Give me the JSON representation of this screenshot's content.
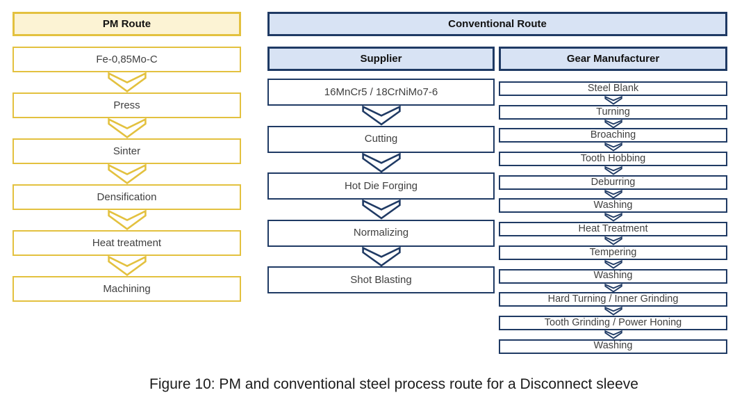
{
  "colors": {
    "pm_border": "#E3C13F",
    "pm_header_fill": "#FCF3D4",
    "conv_border": "#1F3A64",
    "conv_header_fill": "#D8E3F4",
    "box_fill": "#FFFFFF",
    "step_text": "#3F3F3F",
    "header_text": "#111111"
  },
  "pm_route": {
    "title": "PM Route",
    "steps": [
      "Fe-0,85Mo-C",
      "Press",
      "Sinter",
      "Densification",
      "Heat treatment",
      "Machining"
    ]
  },
  "conventional_route": {
    "title": "Conventional Route",
    "supplier": {
      "title": "Supplier",
      "steps": [
        "16MnCr5 / 18CrNiMo7-6",
        "Cutting",
        "Hot Die Forging",
        "Normalizing",
        "Shot Blasting"
      ]
    },
    "gear_manufacturer": {
      "title": "Gear Manufacturer",
      "steps": [
        "Steel Blank",
        "Turning",
        "Broaching",
        "Tooth Hobbing",
        "Deburring",
        "Washing",
        "Heat Treatment",
        "Tempering",
        "Washing",
        "Hard Turning / Inner Grinding",
        "Tooth Grinding / Power Honing",
        "Washing"
      ]
    }
  },
  "caption": "Figure 10: PM and conventional steel process route for a Disconnect sleeve"
}
